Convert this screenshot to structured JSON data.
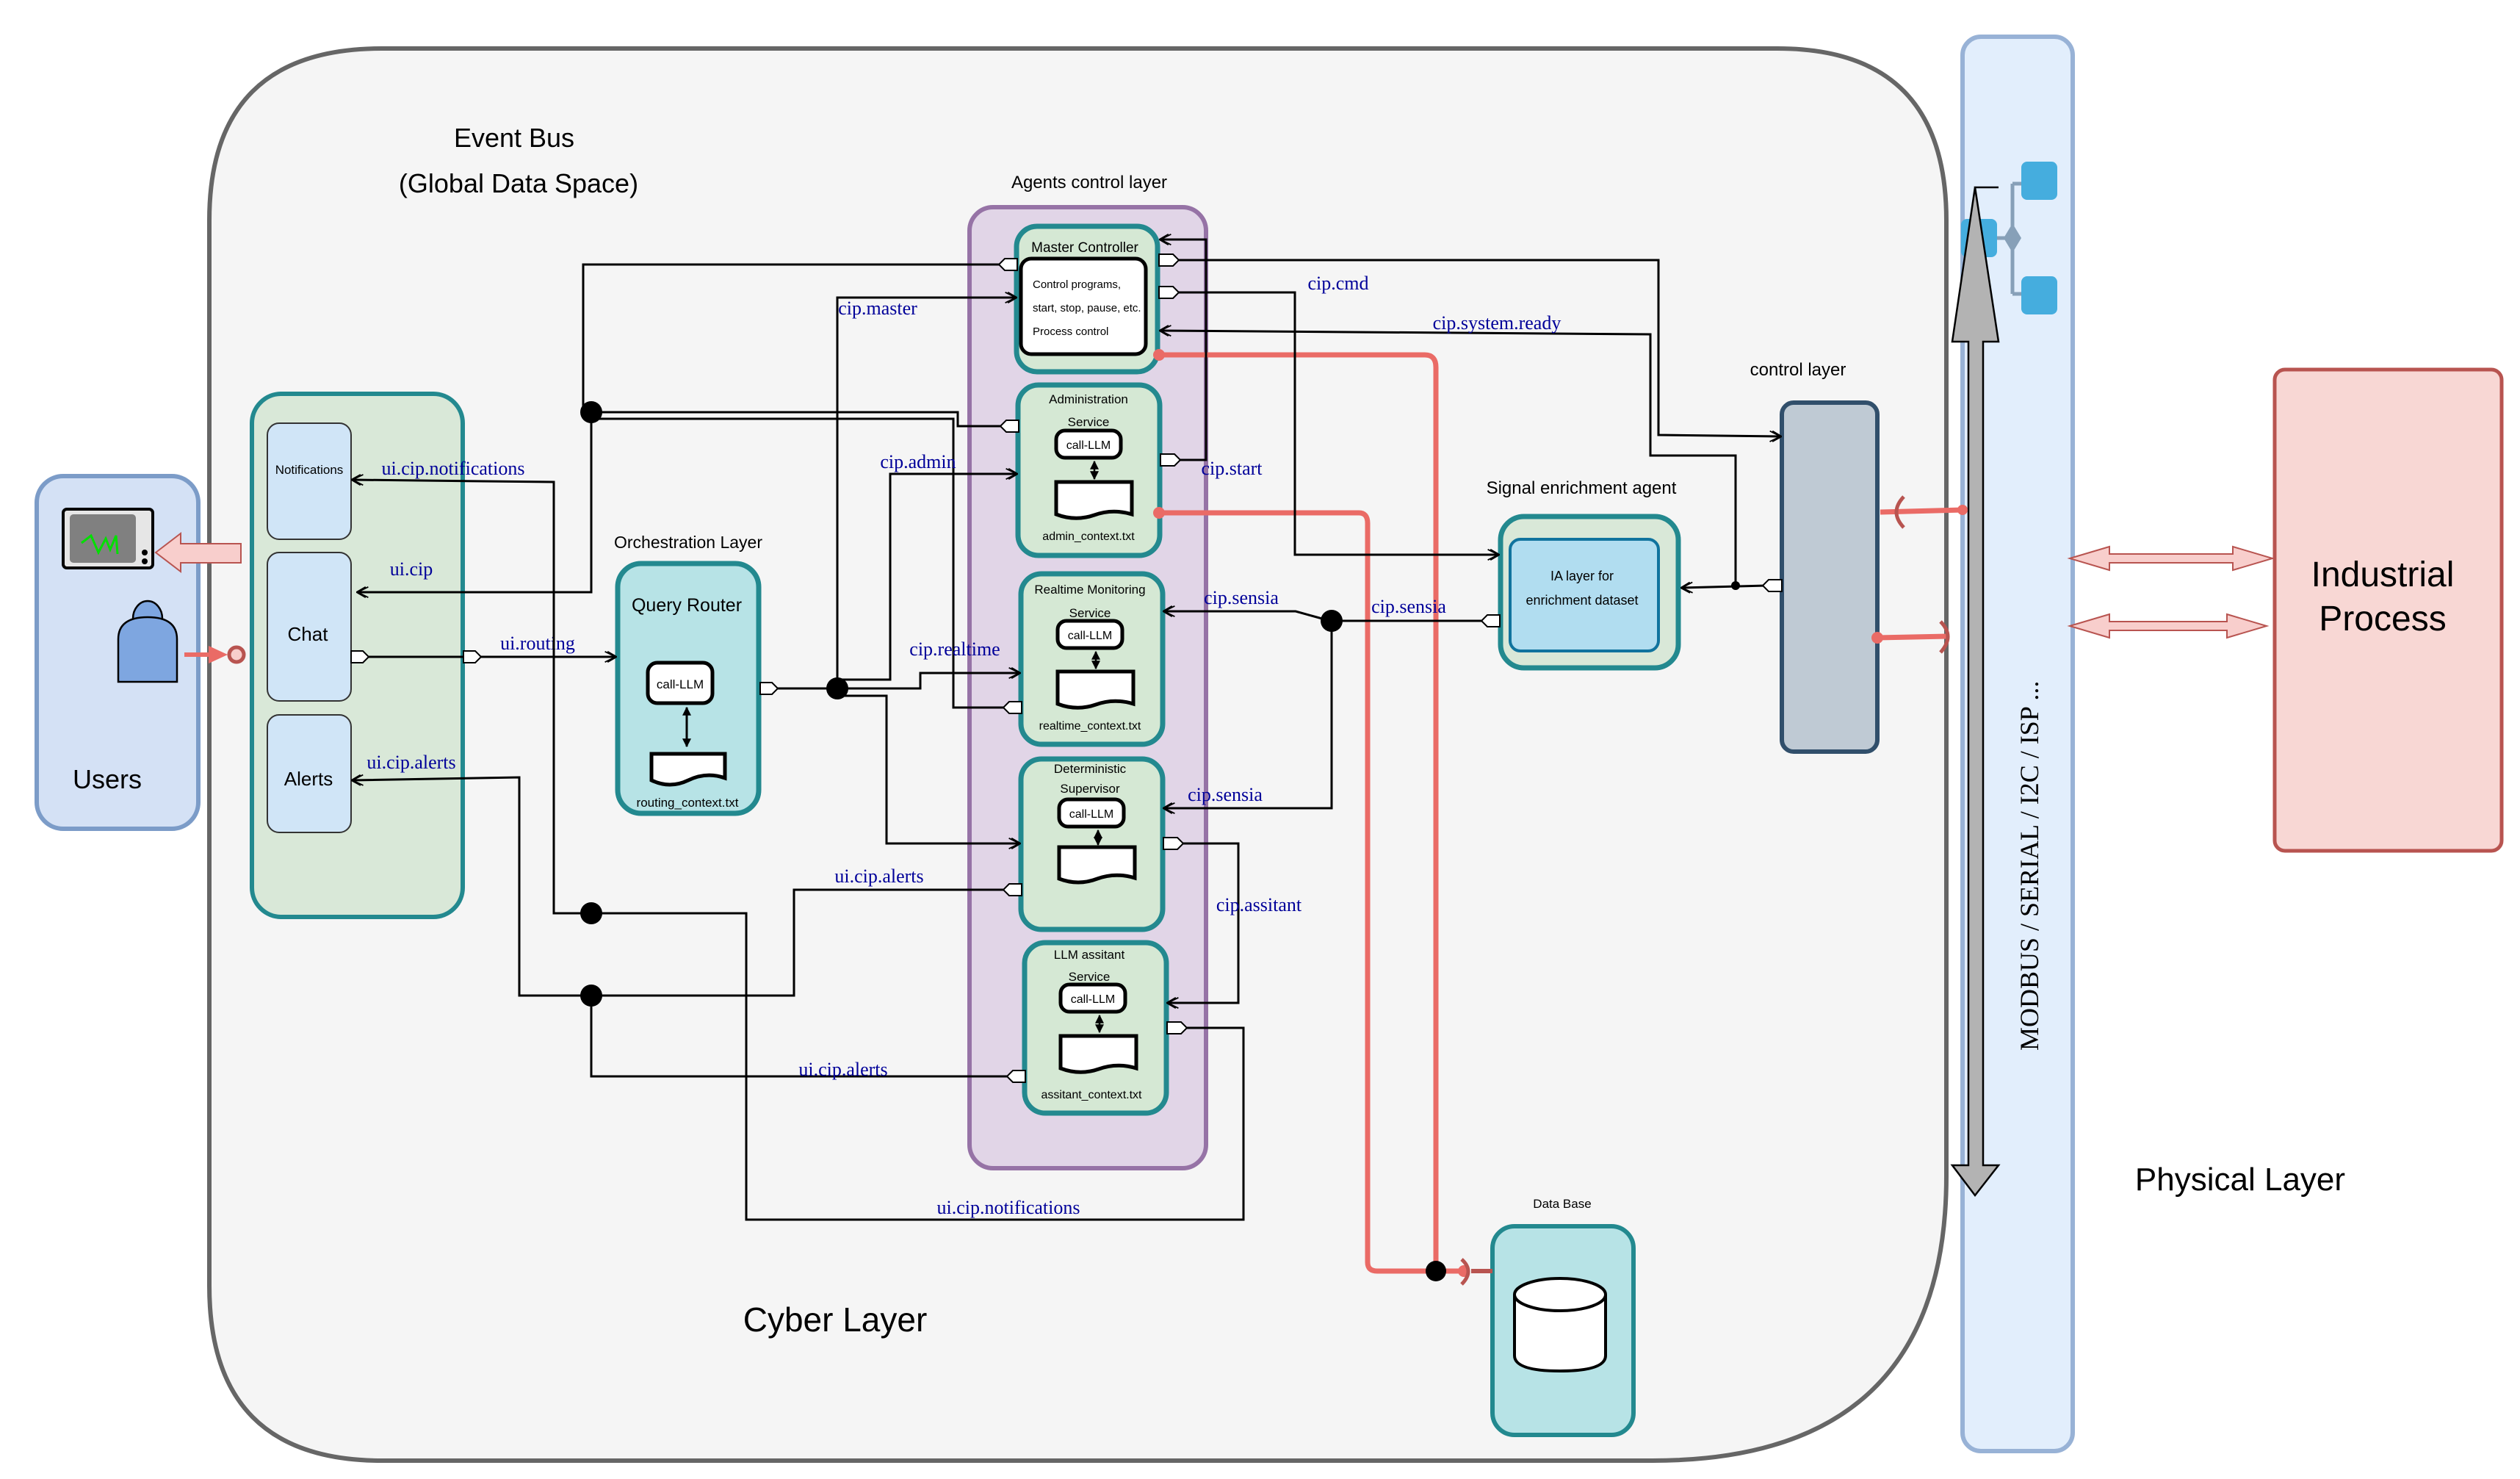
{
  "title": "Cyber-physical multi-agent architecture",
  "colors": {
    "cyber_layer_fill": "#F5F5F5",
    "cyber_layer_border": "#666666",
    "users_fill": "#D4E1F5",
    "users_border": "#7C9CC8",
    "ui_fill": "#D9E8D8",
    "agent_border": "#23898F",
    "agents_layer_fill": "#E1D5E7",
    "agents_layer_border": "#9673A6",
    "orchestration_fill": "#B7E3E6",
    "topic_text": "#000099",
    "red_link": "#EA6B66",
    "bus_fill": "#E2EEFC",
    "industrial_fill": "#F8D7D4",
    "industrial_border": "#B85450",
    "control_fill": "#BFCAD4",
    "control_border": "#314F6B"
  },
  "users": {
    "label": "Users",
    "icons": [
      "monitor-icon",
      "person-icon"
    ]
  },
  "event_bus": {
    "title": "Event Bus",
    "subtitle": "(Global Data Space)"
  },
  "ui_panel": {
    "items": [
      {
        "label": "Notifications"
      },
      {
        "label": "Chat"
      },
      {
        "label": "Alerts"
      }
    ]
  },
  "orchestration": {
    "layer_label": "Orchestration Layer",
    "title": "Query Router",
    "call": "call-LLM",
    "context_file": "routing_context.txt"
  },
  "agents_layer": {
    "label": "Agents control layer",
    "master": {
      "title": "Master Controller",
      "lines": [
        "Control programs,",
        "start, stop, pause, etc.",
        "Process control"
      ]
    },
    "agents": [
      {
        "title_1": "Administration",
        "title_2": "Service",
        "call": "call-LLM",
        "context_file": "admin_context.txt"
      },
      {
        "title_1": "Realtime Monitoring",
        "title_2": "Service",
        "call": "call-LLM",
        "context_file": "realtime_context.txt"
      },
      {
        "title_1": "Deterministic",
        "title_2": "Supervisor",
        "call": "call-LLM",
        "context_file": ""
      },
      {
        "title_1": "LLM assitant",
        "title_2": "Service",
        "call": "call-LLM",
        "context_file": "assitant_context.txt"
      }
    ]
  },
  "signal_enrichment": {
    "label": "Signal enrichment agent",
    "inner_line_1": "IA layer for",
    "inner_line_2": "enrichment dataset"
  },
  "control_layer": {
    "label": "control layer"
  },
  "database": {
    "label": "Data Base"
  },
  "cyber_layer": {
    "label": "Cyber Layer"
  },
  "physical": {
    "bus_label": "MODBUS / SERIAL / I2C / ISP ...",
    "layer_label": "Physical Layer",
    "industrial_line_1": "Industrial",
    "industrial_line_2": "Process"
  },
  "topics": {
    "ui_cip_notifications_1": "ui.cip.notifications",
    "ui_cip": "ui.cip",
    "ui_routing": "ui.routing",
    "ui_cip_alerts_1": "ui.cip.alerts",
    "cip_master": "cip.master",
    "cip_admin": "cip.admin",
    "cip_realtime": "cip.realtime",
    "cip_cmd": "cip.cmd",
    "cip_system_ready": "cip.system.ready",
    "cip_start": "cip.start",
    "cip_sensia_1": "cip.sensia",
    "cip_sensia_2": "cip.sensia",
    "cip_sensia_3": "cip.sensia",
    "cip_assitant": "cip.assitant",
    "ui_cip_alerts_2": "ui.cip.alerts",
    "ui_cip_alerts_3": "ui.cip.alerts",
    "ui_cip_notifications_2": "ui.cip.notifications"
  }
}
